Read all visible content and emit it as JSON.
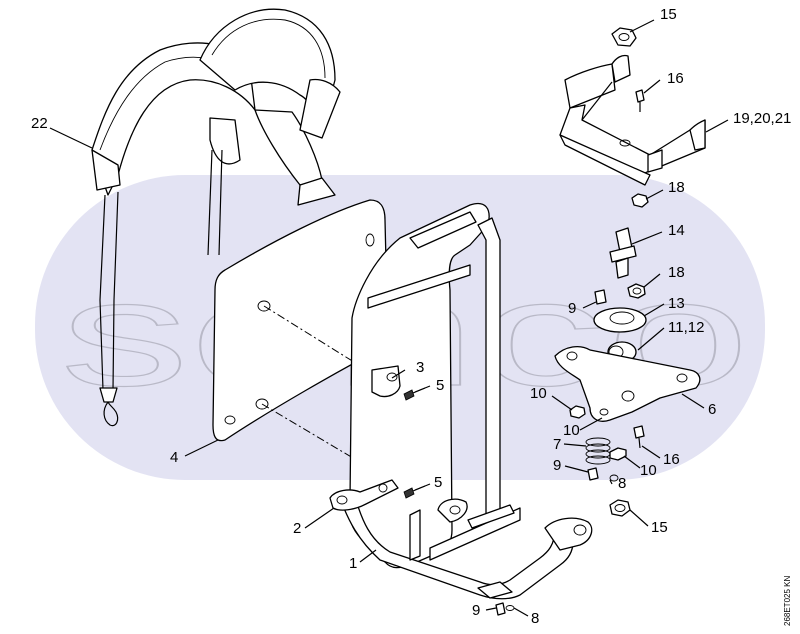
{
  "diagram": {
    "watermark": "sehco",
    "drawing_code": "268ET025 KN",
    "callouts": [
      {
        "id": "c22",
        "text": "22"
      },
      {
        "id": "c15a",
        "text": "15"
      },
      {
        "id": "c16a",
        "text": "16"
      },
      {
        "id": "c19",
        "text": "19,20,21"
      },
      {
        "id": "c18a",
        "text": "18"
      },
      {
        "id": "c14",
        "text": "14"
      },
      {
        "id": "c18b",
        "text": "18"
      },
      {
        "id": "c9a",
        "text": "9"
      },
      {
        "id": "c13",
        "text": "13"
      },
      {
        "id": "c11",
        "text": "11,12"
      },
      {
        "id": "c3",
        "text": "3"
      },
      {
        "id": "c5a",
        "text": "5"
      },
      {
        "id": "c10a",
        "text": "10"
      },
      {
        "id": "c6",
        "text": "6"
      },
      {
        "id": "c10b",
        "text": "10"
      },
      {
        "id": "c4",
        "text": "4"
      },
      {
        "id": "c7",
        "text": "7"
      },
      {
        "id": "c16b",
        "text": "16"
      },
      {
        "id": "c9b",
        "text": "9"
      },
      {
        "id": "c10c",
        "text": "10"
      },
      {
        "id": "c8a",
        "text": "8"
      },
      {
        "id": "c5b",
        "text": "5"
      },
      {
        "id": "c2",
        "text": "2"
      },
      {
        "id": "c15b",
        "text": "15"
      },
      {
        "id": "c1",
        "text": "1"
      },
      {
        "id": "c9c",
        "text": "9"
      },
      {
        "id": "c8b",
        "text": "8"
      }
    ]
  }
}
